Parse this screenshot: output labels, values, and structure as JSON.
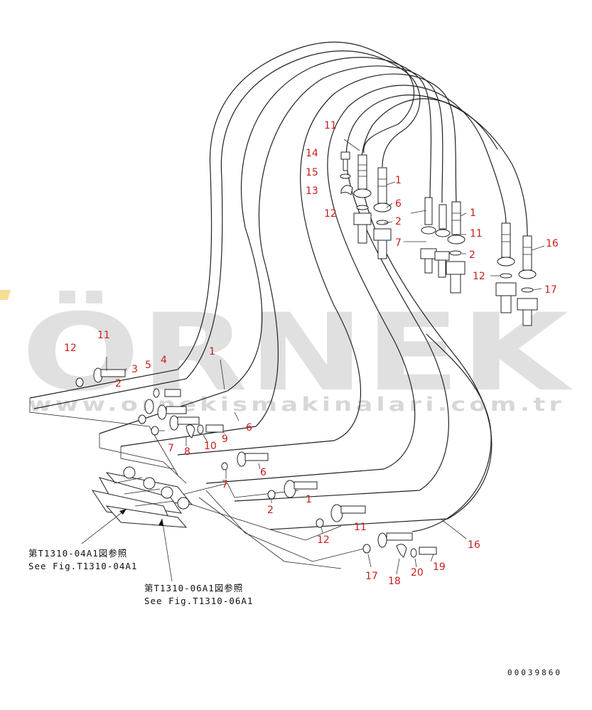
{
  "watermark": {
    "brand": "ÖRNEK",
    "url": "www.ornekismakinalari.com.tr",
    "accent_color": "#f0c84a",
    "text_color": "#c8c8c8"
  },
  "references": [
    {
      "jp": "第T1310-04A1図参照",
      "en": "See Fig.T1310-04A1"
    },
    {
      "jp": "第T1310-06A1図参照",
      "en": "See Fig.T1310-06A1"
    }
  ],
  "document_number": "00039860",
  "callouts": {
    "top_11": "11",
    "top_14": "14",
    "top_15": "15",
    "top_13": "13",
    "top_12": "12",
    "top_1a": "1",
    "top_6": "6",
    "top_2a": "2",
    "top_7": "7",
    "top_1b": "1",
    "top_11b": "11",
    "top_2b": "2",
    "top_16": "16",
    "top_12b": "12",
    "top_17": "17",
    "left_11": "11",
    "left_12": "12",
    "left_2": "2",
    "left_3": "3",
    "left_4": "4",
    "left_5": "5",
    "left_1": "1",
    "left_6": "6",
    "left_7": "7",
    "left_8": "8",
    "left_10": "10",
    "left_9": "9",
    "mid_6": "6",
    "mid_7": "7",
    "mid_1": "1",
    "mid_2": "2",
    "mid_11": "11",
    "mid_12": "12",
    "mid_16": "16",
    "mid_17": "17",
    "mid_18": "18",
    "mid_20": "20",
    "mid_19": "19"
  }
}
